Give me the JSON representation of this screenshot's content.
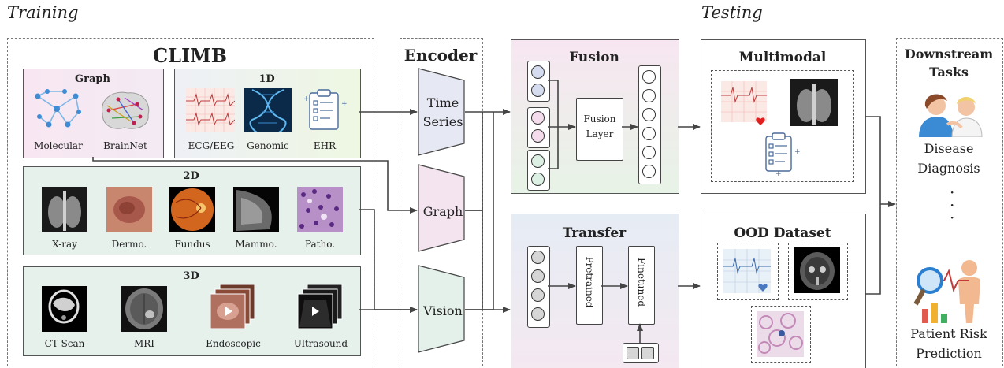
{
  "header": {
    "training": "Training",
    "testing": "Testing"
  },
  "climb": {
    "title": "CLIMB",
    "graph": {
      "title": "Graph",
      "items": [
        "Molecular",
        "BrainNet"
      ]
    },
    "one_d": {
      "title": "1D",
      "items": [
        "ECG/EEG",
        "Genomic",
        "EHR"
      ]
    },
    "two_d": {
      "title": "2D",
      "items": [
        "X-ray",
        "Dermo.",
        "Fundus",
        "Mammo.",
        "Patho."
      ]
    },
    "three_d": {
      "title": "3D",
      "items": [
        "CT Scan",
        "MRI",
        "Endoscopic",
        "Ultrasound"
      ]
    }
  },
  "encoder": {
    "title": "Encoder",
    "time_series_1": "Time",
    "time_series_2": "Series",
    "graph": "Graph",
    "vision": "Vision"
  },
  "fusion": {
    "title": "Fusion",
    "layer_1": "Fusion",
    "layer_2": "Layer"
  },
  "transfer": {
    "title": "Transfer",
    "pretrained": "Pretrained",
    "finetuned": "Finetuned"
  },
  "multimodal": {
    "title": "Multimodal"
  },
  "ood": {
    "title": "OOD Dataset"
  },
  "downstream": {
    "title_1": "Downstream",
    "title_2": "Tasks",
    "task1_1": "Disease",
    "task1_2": "Diagnosis",
    "task2_1": "Patient Risk",
    "task2_2": "Prediction"
  },
  "colors": {
    "graph_bg": "#f7e8f2",
    "one_d_bg": "#edf6e2",
    "row_bg": "#e6f1ec",
    "encoder_ts": "#e6e8f3",
    "encoder_graph": "#f4e4ef",
    "encoder_vision": "#e4f1ea"
  }
}
